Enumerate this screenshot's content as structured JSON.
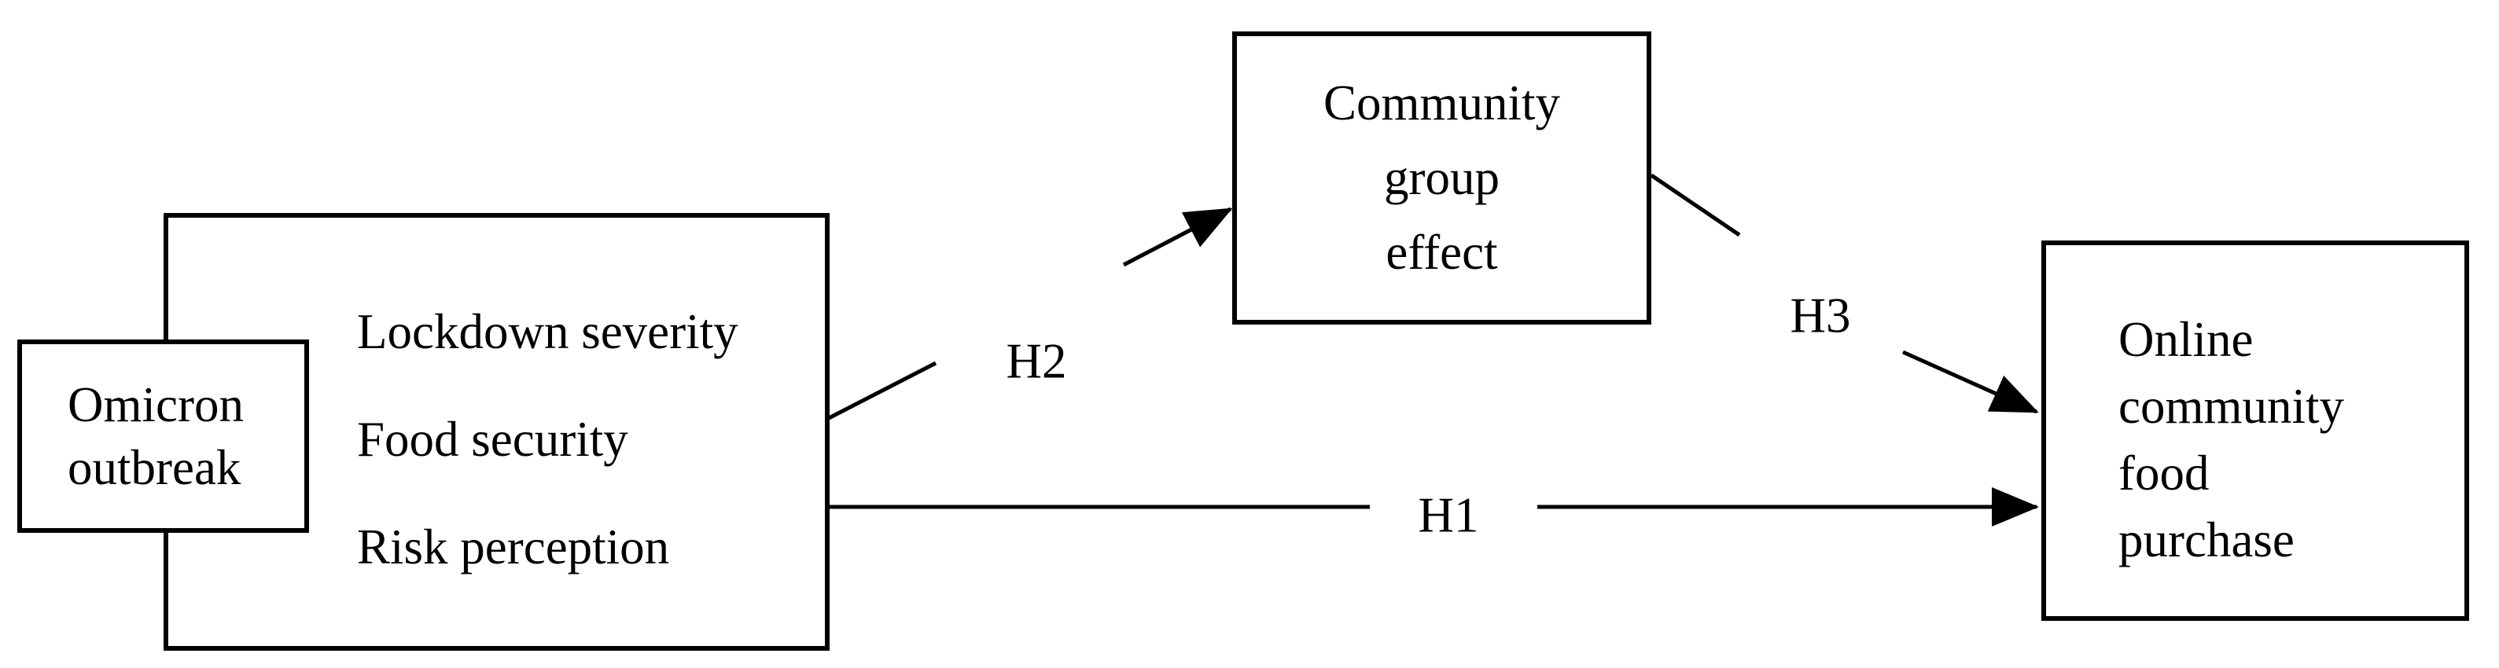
{
  "figure": {
    "type": "conceptual-model-diagram",
    "background_color": "#ffffff",
    "line_color": "#000000",
    "boxes": {
      "predictor_overlay": {
        "lines": [
          "Omicron",
          "outbreak"
        ]
      },
      "predictors": {
        "lines": [
          "Lockdown severity",
          "Food security",
          "Risk perception"
        ]
      },
      "mediator": {
        "lines": [
          "Community",
          "group",
          "effect"
        ]
      },
      "outcome": {
        "lines": [
          "Online",
          "community",
          "food",
          "purchase"
        ]
      }
    },
    "hypothesis_labels": {
      "h1": "H1",
      "h2": "H2",
      "h3": "H3"
    }
  }
}
